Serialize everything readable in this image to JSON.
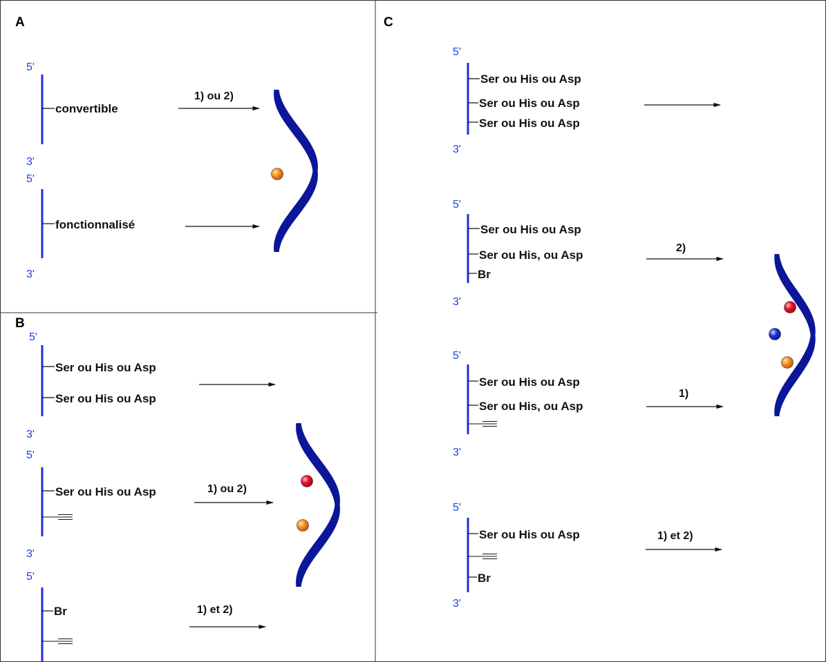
{
  "colors": {
    "panel_label": "#ff3b0a",
    "strand": "#1f2fd6",
    "end_label": "#1f3fd6",
    "helix": "#0b1699",
    "bead_orange": "#f5921e",
    "bead_red": "#e8112d",
    "bead_blue": "#2233d9",
    "frame": "#333333"
  },
  "panels": {
    "a": {
      "label": "A",
      "strands": [
        {
          "five": "5'",
          "three": "3'",
          "substituents": [
            {
              "text": "convertible",
              "icon": "text"
            }
          ]
        },
        {
          "five": "5'",
          "three": "3'",
          "substituents": [
            {
              "text": "fonctionnalisé",
              "icon": "text"
            }
          ]
        }
      ],
      "arrows": [
        "1) ou 2)",
        ""
      ],
      "helix_beads": [
        "orange"
      ]
    },
    "b": {
      "label": "B",
      "strands": [
        {
          "five": "5'",
          "three": "3'",
          "substituents": [
            {
              "text": "Ser ou His ou Asp",
              "icon": "text"
            },
            {
              "text": "Ser ou His ou Asp",
              "icon": "text"
            }
          ]
        },
        {
          "five": "5'",
          "three": "3'",
          "substituents": [
            {
              "text": "Ser ou His ou Asp",
              "icon": "text"
            },
            {
              "text": "",
              "icon": "alkyne-icon"
            }
          ]
        },
        {
          "five": "5'",
          "three": "",
          "substituents": [
            {
              "text": "Br",
              "icon": "text"
            },
            {
              "text": "",
              "icon": "alkyne-icon"
            }
          ]
        }
      ],
      "arrows": [
        "",
        "1) ou 2)",
        "1) et 2)"
      ],
      "helix_beads": [
        "red",
        "orange"
      ]
    },
    "c": {
      "label": "C",
      "strands": [
        {
          "five": "5'",
          "three": "3'",
          "substituents": [
            {
              "text": "Ser ou His ou Asp",
              "icon": "text"
            },
            {
              "text": "Ser ou His ou Asp",
              "icon": "text"
            },
            {
              "text": "Ser ou His ou Asp",
              "icon": "text"
            }
          ]
        },
        {
          "five": "5'",
          "three": "3'",
          "substituents": [
            {
              "text": "Ser ou His ou Asp",
              "icon": "text"
            },
            {
              "text": "Ser ou His, ou Asp",
              "icon": "text"
            },
            {
              "text": "Br",
              "icon": "text"
            }
          ]
        },
        {
          "five": "5'",
          "three": "3'",
          "substituents": [
            {
              "text": "Ser ou His ou Asp",
              "icon": "text"
            },
            {
              "text": "Ser ou His, ou Asp",
              "icon": "text"
            },
            {
              "text": "",
              "icon": "alkyne-icon"
            }
          ]
        },
        {
          "five": "5'",
          "three": "3'",
          "substituents": [
            {
              "text": "Ser ou His ou Asp",
              "icon": "text"
            },
            {
              "text": "",
              "icon": "alkyne-icon"
            },
            {
              "text": "Br",
              "icon": "text"
            }
          ]
        }
      ],
      "arrows": [
        "",
        "2)",
        "1)",
        "1) et 2)"
      ],
      "helix_beads": [
        "red",
        "blue",
        "orange"
      ]
    }
  }
}
